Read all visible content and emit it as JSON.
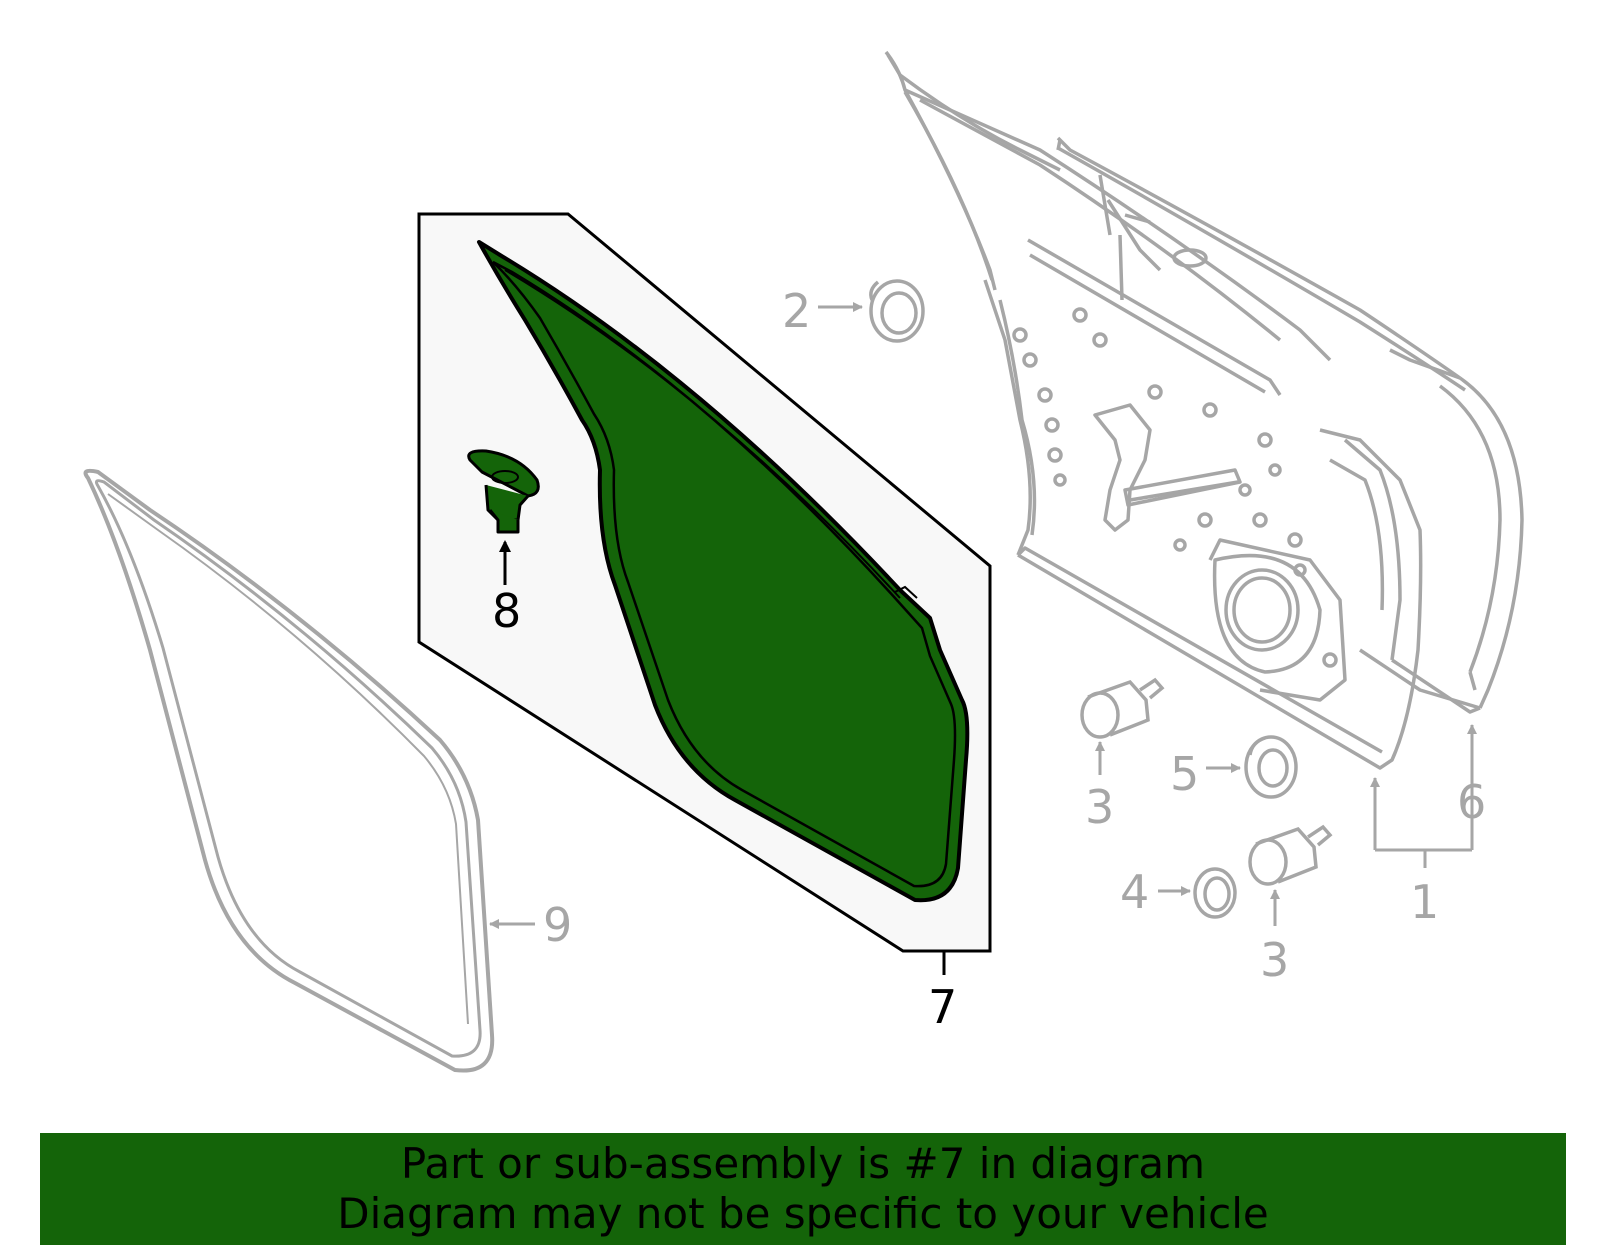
{
  "diagram": {
    "callouts": {
      "c1": "1",
      "c2": "2",
      "c3a": "3",
      "c3b": "3",
      "c4": "4",
      "c5": "5",
      "c6": "6",
      "c7": "7",
      "c8": "8",
      "c9": "9"
    },
    "highlighted_part": "7",
    "colors": {
      "highlight_fill": "#146409",
      "line_grey": "#a6a6a6",
      "panel_bg": "#f8f8f8",
      "text_black": "#000000"
    }
  },
  "banner": {
    "line1": "Part or sub-assembly is #7 in diagram",
    "line2": "Diagram may not be specific to your vehicle"
  }
}
